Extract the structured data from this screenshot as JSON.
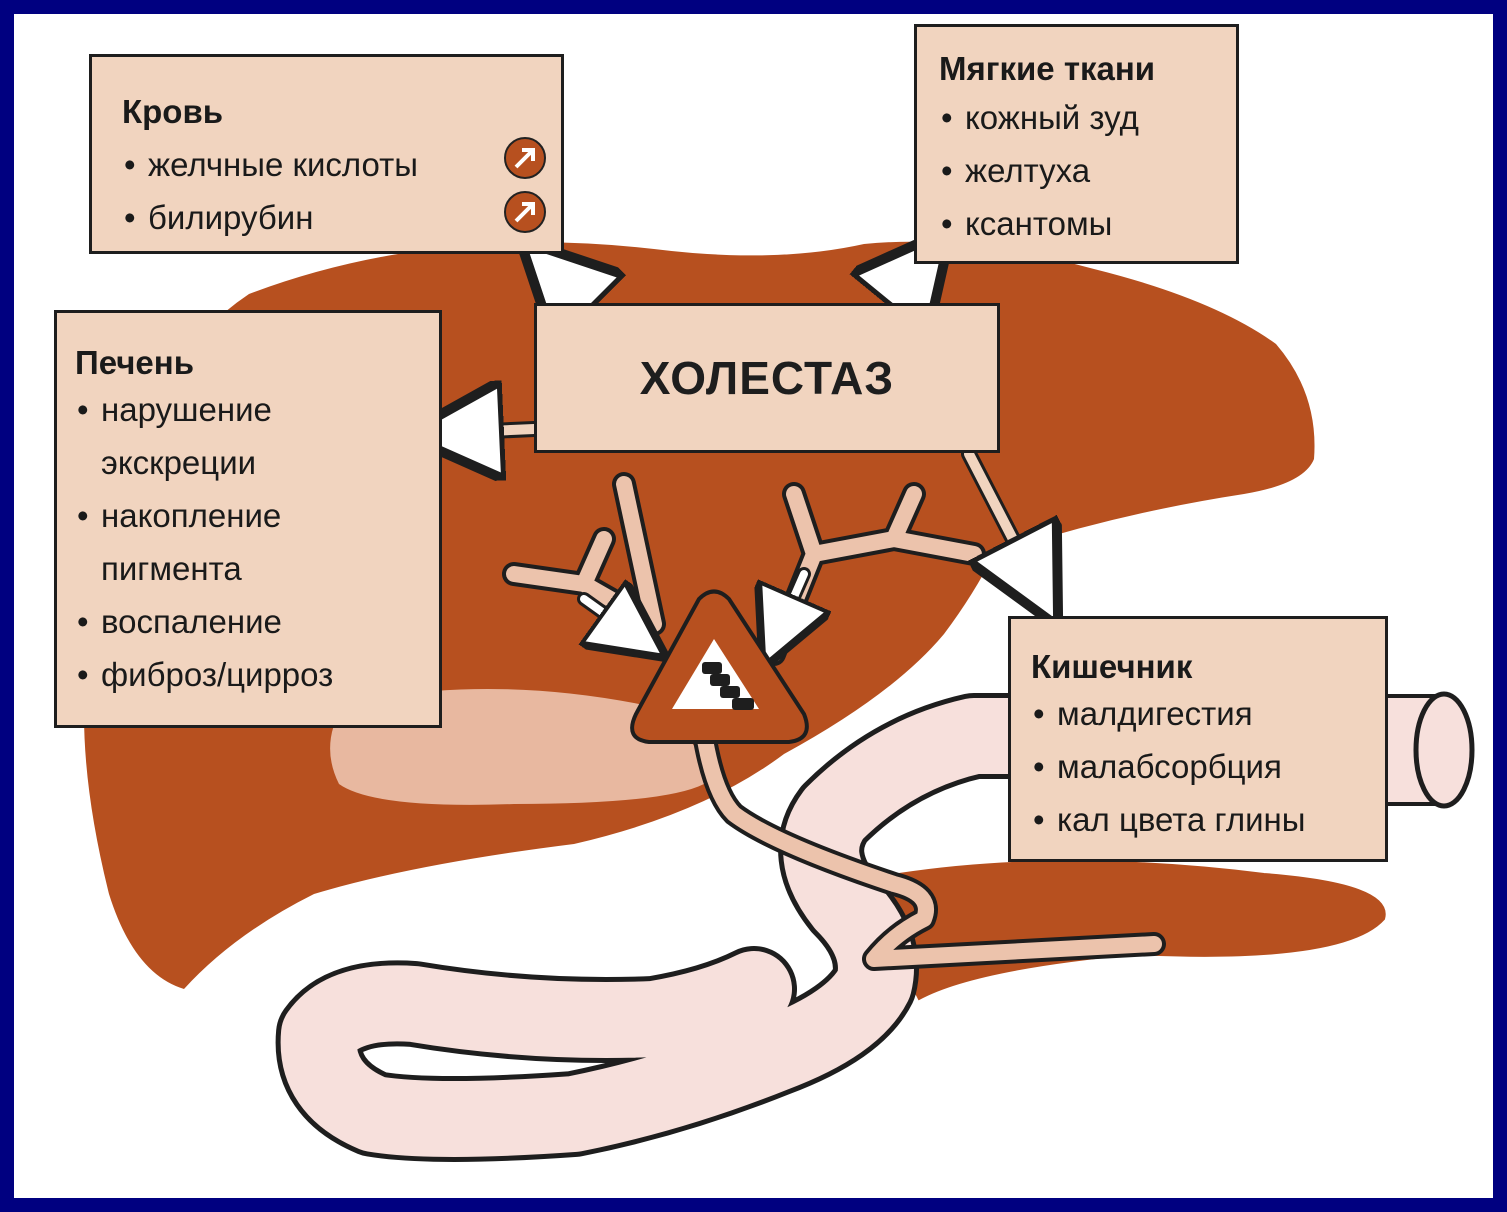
{
  "title": "ХОЛЕСТАЗ",
  "boxes": {
    "blood": {
      "title": "Кровь",
      "items": [
        "желчные кислоты",
        "билирубин"
      ]
    },
    "soft_tissue": {
      "title": "Мягкие ткани",
      "items": [
        "кожный зуд",
        "желтуха",
        "ксантомы"
      ]
    },
    "liver": {
      "title": "Печень",
      "items": [
        "нарушение экскреции",
        "накопление пигмента",
        "воспаление",
        "фиброз/цирроз"
      ]
    },
    "intestine": {
      "title": "Кишечник",
      "items": [
        "малдигестия",
        "малабсорбция",
        "кал цвета глины"
      ]
    }
  },
  "icons": {
    "increase": "up-arrow-circle-icon",
    "traffic_jam": "traffic-jam-warning-icon"
  },
  "colors": {
    "frame_border": "#000080",
    "liver": "#b7501f",
    "box_fill": "#f1d4bf",
    "duct_fill": "#ecc3ac",
    "gallbladder": "#e8b8a0",
    "intestine": "#f7e0dc"
  }
}
